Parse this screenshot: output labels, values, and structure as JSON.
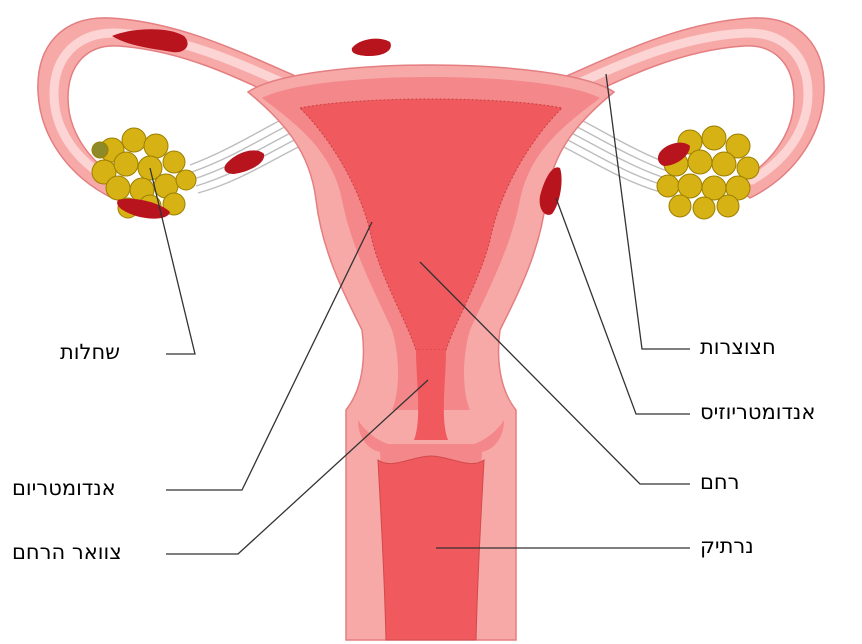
{
  "labels": {
    "ovaries": "שחלות",
    "fallopian_tubes": "חצוצרות",
    "endometriosis": "אנדומטריוזיס",
    "uterus": "רחם",
    "endometrium": "אנדומטריום",
    "vagina": "נרתיק",
    "cervix": "צוואר הרחם"
  },
  "colors": {
    "outer_tissue": "#f7a9a8",
    "muscle_wall": "#f3878a",
    "inner_cavity": "#f0595d",
    "tube_light": "#fbd4d3",
    "ovary_fill": "#d6b214",
    "ovary_stroke": "#9c7f00",
    "lesion": "#b8141e",
    "ligament": "#c9c9c9",
    "leader_line": "#333333"
  }
}
